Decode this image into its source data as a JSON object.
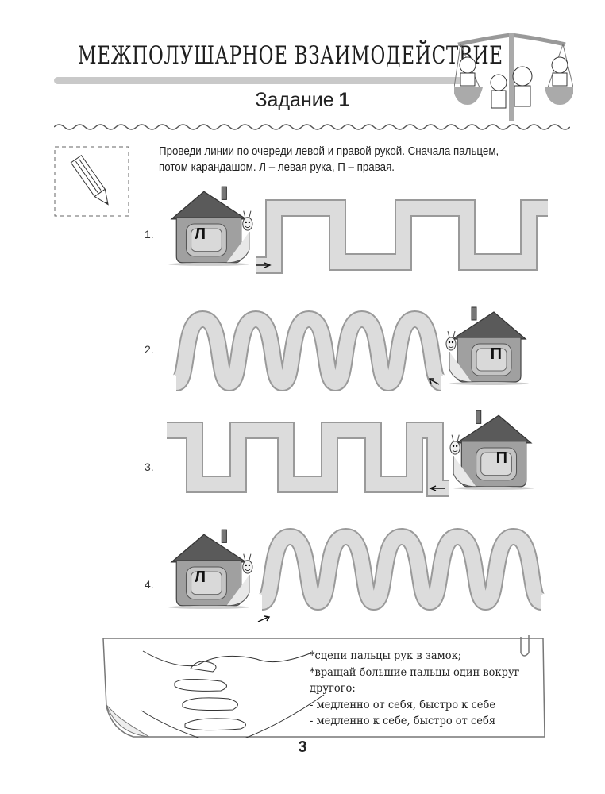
{
  "header": {
    "title": "МЕЖПОЛУШАРНОЕ ВЗАИМОДЕЙСТВИЕ",
    "task_label": "Задание",
    "task_number": "1"
  },
  "instruction": {
    "line1": "Проведи линии по очереди левой и правой рукой. Сначала пальцем,",
    "line2": "потом карандашом. Л – левая рука, П – правая."
  },
  "exercises": [
    {
      "number": "1.",
      "letter": "Л"
    },
    {
      "number": "2.",
      "letter": "П"
    },
    {
      "number": "3.",
      "letter": "П"
    },
    {
      "number": "4.",
      "letter": "Л"
    }
  ],
  "note": {
    "lines": [
      "*сцепи пальцы рук в замок;",
      "*вращай большие пальцы один вокруг",
      "другого:",
      "- медленно от себя, быстро к себе",
      "- медленно к себе, быстро от себя"
    ]
  },
  "page_number": "3",
  "colors": {
    "track_outline": "#9a9a9a",
    "track_fill": "#dcdcdc",
    "roof": "#5a5a5a",
    "house": "#9c9c9c"
  }
}
